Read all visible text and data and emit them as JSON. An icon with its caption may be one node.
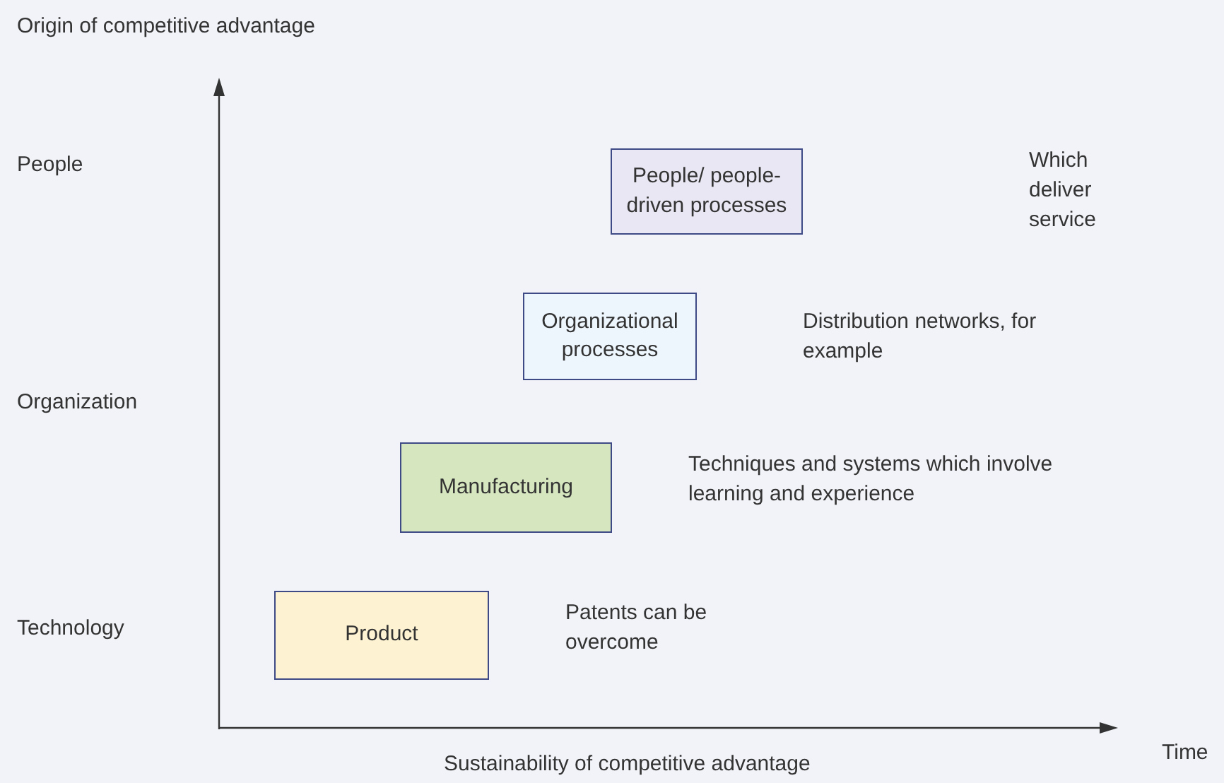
{
  "diagram": {
    "nodes": [
      {
        "text": [
          "People/ people-driven processes"
        ]
      },
      {
        "text": [
          "Organizational processes"
        ]
      },
      {
        "text": [
          "Manufacturing"
        ],
        "beside": [
          "Techniques and systems which involve learning and experience"
        ]
      },
      {
        "text": [
          "Product"
        ],
        "beside": [
          "Patents can be overcome"
        ]
      }
    ],
    "edges": [],
    "labels": [
      "Origin of competitive advantage",
      "People",
      "Which deliver service",
      "Distribution networks, for example",
      "Organization",
      "Technology",
      "Sustainability of competitive advantage",
      "Time"
    ]
  }
}
